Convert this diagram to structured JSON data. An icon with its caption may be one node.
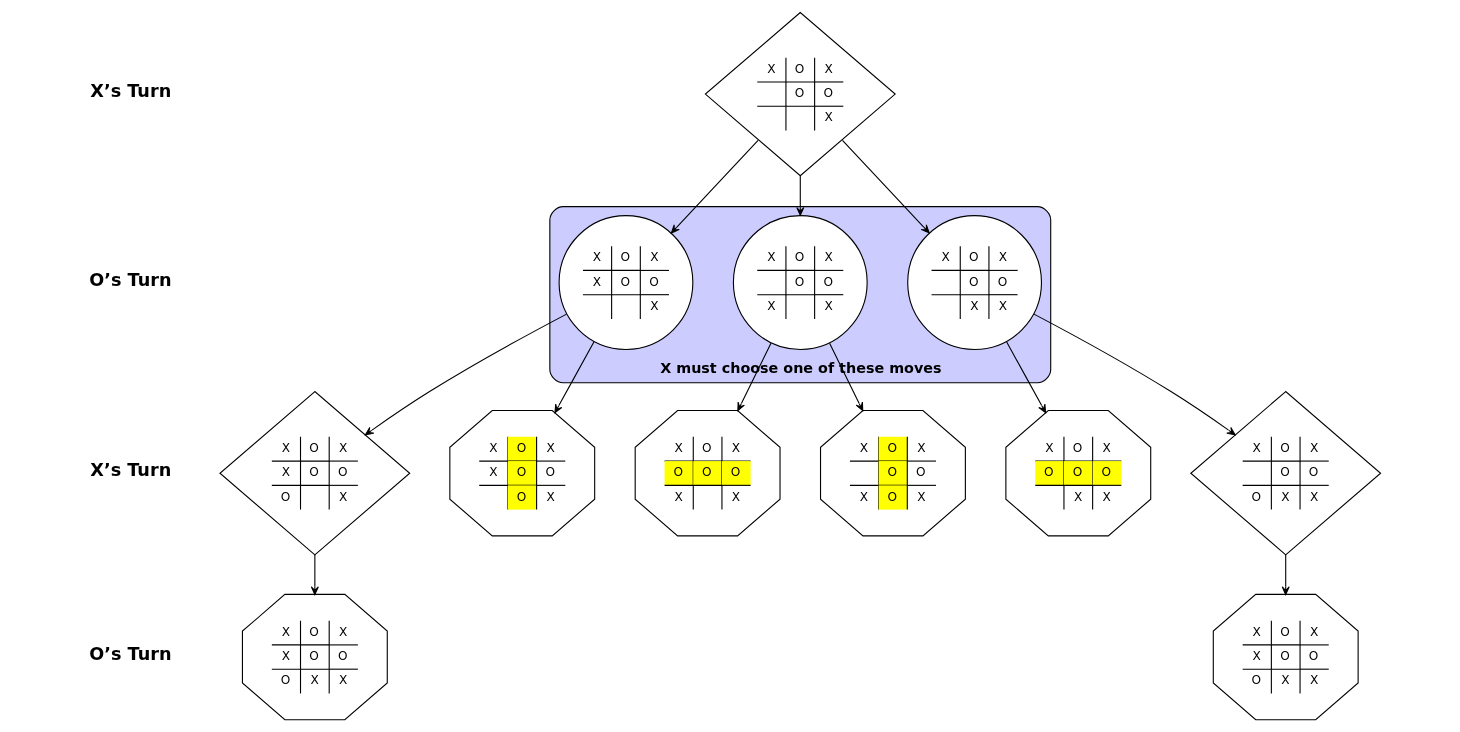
{
  "diagram": {
    "nodes": [
      {
        "text": [
          "X",
          "O",
          "X",
          "O",
          "O",
          "X"
        ]
      },
      {
        "text": [
          "X must choose one of these moves"
        ]
      },
      {
        "text": [
          "X",
          "O",
          "X",
          "X",
          "O",
          "O",
          "X"
        ],
        "in": 1
      },
      {
        "text": [
          "X",
          "O",
          "X",
          "O",
          "O",
          "X",
          "X"
        ],
        "in": 1
      },
      {
        "text": [
          "X",
          "O",
          "X",
          "O",
          "O",
          "X",
          "X"
        ],
        "in": 1
      },
      {
        "text": [
          "X",
          "O",
          "X",
          "X",
          "O",
          "O",
          "O",
          "X"
        ]
      },
      {
        "text": [
          "X",
          "O",
          "X",
          "X",
          "O",
          "O",
          "O",
          "X"
        ]
      },
      {
        "text": [
          "X",
          "O",
          "X",
          "O",
          "O",
          "O",
          "X",
          "X"
        ]
      },
      {
        "text": [
          "X",
          "O",
          "X",
          "O",
          "O",
          "X",
          "O",
          "X"
        ]
      },
      {
        "text": [
          "X",
          "O",
          "X",
          "O",
          "O",
          "O",
          "X",
          "X"
        ]
      },
      {
        "text": [
          "X",
          "O",
          "X",
          "O",
          "O",
          "O",
          "X",
          "X"
        ]
      },
      {
        "text": [
          "X",
          "O",
          "X",
          "X",
          "O",
          "O",
          "O",
          "X",
          "X"
        ]
      },
      {
        "text": [
          "X",
          "O",
          "X",
          "X",
          "O",
          "O",
          "O",
          "X",
          "X"
        ]
      }
    ],
    "edges": [
      {
        "from": 0,
        "to": 2,
        "arrow": "to"
      },
      {
        "from": 0,
        "to": 3,
        "arrow": "to"
      },
      {
        "from": 0,
        "to": 4,
        "arrow": "to"
      },
      {
        "from": 2,
        "to": 5,
        "arrow": "to"
      },
      {
        "from": 2,
        "to": 6,
        "arrow": "to"
      },
      {
        "from": 3,
        "to": 7,
        "arrow": "to"
      },
      {
        "from": 3,
        "to": 8,
        "arrow": "to"
      },
      {
        "from": 4,
        "to": 9,
        "arrow": "to"
      },
      {
        "from": 4,
        "to": 10,
        "arrow": "to"
      },
      {
        "from": 5,
        "to": 11,
        "arrow": "to"
      },
      {
        "from": 10,
        "to": 12,
        "arrow": "to"
      }
    ],
    "labels": [
      "X’s Turn",
      "O’s Turn",
      "X’s Turn",
      "O’s Turn"
    ]
  }
}
